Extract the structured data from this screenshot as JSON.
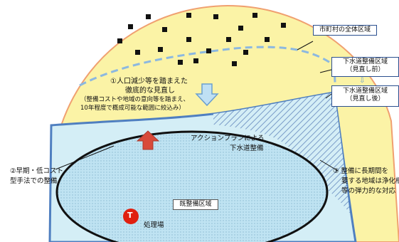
{
  "labels": {
    "whole_area": "市町村の全体区域",
    "planned_before_line1": "下水道整備区域",
    "planned_before_line2": "（見直し前）",
    "planned_after_line1": "下水道整備区域",
    "planned_after_line2": "（見直し後）",
    "review_line1": "①人口減少等を踏まえた",
    "review_line2": "徹底的な見直し",
    "review_line3": "（整備コストや地域の意向等を踏まえ、",
    "review_line4": "10年程度で概成可能な範囲に絞込み）",
    "action_line1": "アクションプランによる",
    "action_line2": "下水道整備",
    "early_line1": "②早期・低コスト",
    "early_line2": "型手法での整備",
    "long_line1": "③ 整備に長期間を",
    "long_line2": "要する地域は浄化槽",
    "long_line3": "等の弾力的な対応",
    "existing_area": "既整備区域",
    "plant_label": "処理場",
    "plant_marker": "T"
  },
  "colors": {
    "outer_fill": "#fbf3a6",
    "outer_stroke": "#f0a070",
    "planned_fill": "#d4eef6",
    "planned_stroke": "#4f7fc0",
    "dashed_boundary": "#8cb8e0",
    "existing_fill": "#bfe3f2",
    "existing_stroke": "#111111",
    "hatch": "#7a9cc8",
    "dot": "#111111",
    "plant": "#e02010",
    "arrow_down": "#bfe0f4",
    "arrow_up": "#d84a3a"
  }
}
